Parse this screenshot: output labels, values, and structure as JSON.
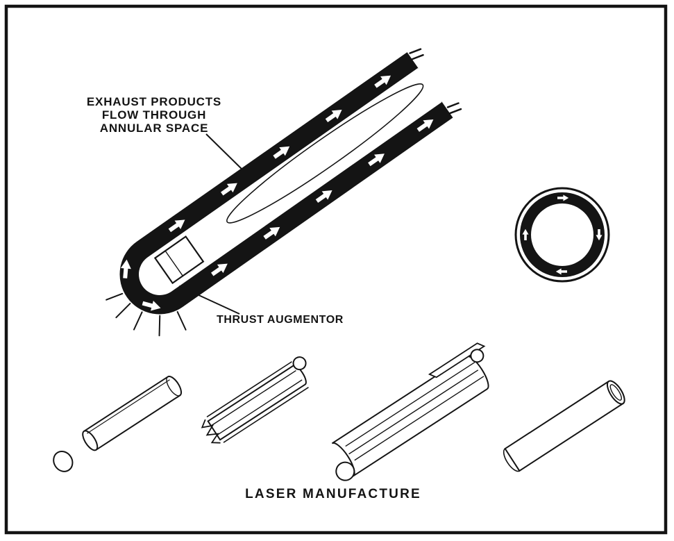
{
  "figure": {
    "background": "#ffffff",
    "ink": "#141414",
    "labels": {
      "exhaust": {
        "line1": "EXHAUST PRODUCTS",
        "line2": "FLOW THROUGH",
        "line3": "ANNULAR SPACE"
      },
      "thrust_augmentor": "THRUST AUGMENTOR",
      "laser_manufacture": "LASER MANUFACTURE"
    }
  }
}
